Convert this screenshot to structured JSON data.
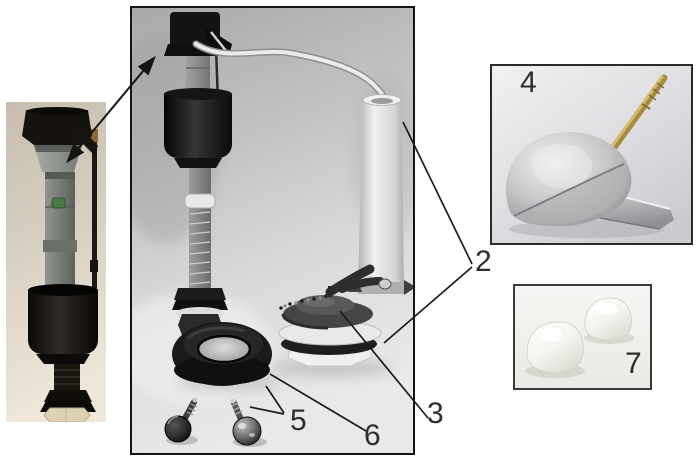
{
  "figure": {
    "kind": "toilet-tank-repair-parts-diagram",
    "background": "#ffffff",
    "leader_line_color": "#1c1c1c",
    "label_color": "#2d2d2d"
  },
  "photos": {
    "inset": {
      "icon": "fill-valve-photo"
    },
    "main": {
      "icon": "fill-valve-flush-valve-group-photo"
    },
    "lever": {
      "icon": "tank-trip-lever-photo"
    },
    "caps": {
      "icon": "bolt-caps-photo"
    }
  },
  "callouts": {
    "c2": {
      "label": "2"
    },
    "c3": {
      "label": "3"
    },
    "c4": {
      "label": "4"
    },
    "c5": {
      "label": "5"
    },
    "c6": {
      "label": "6"
    },
    "c7": {
      "label": "7"
    }
  }
}
